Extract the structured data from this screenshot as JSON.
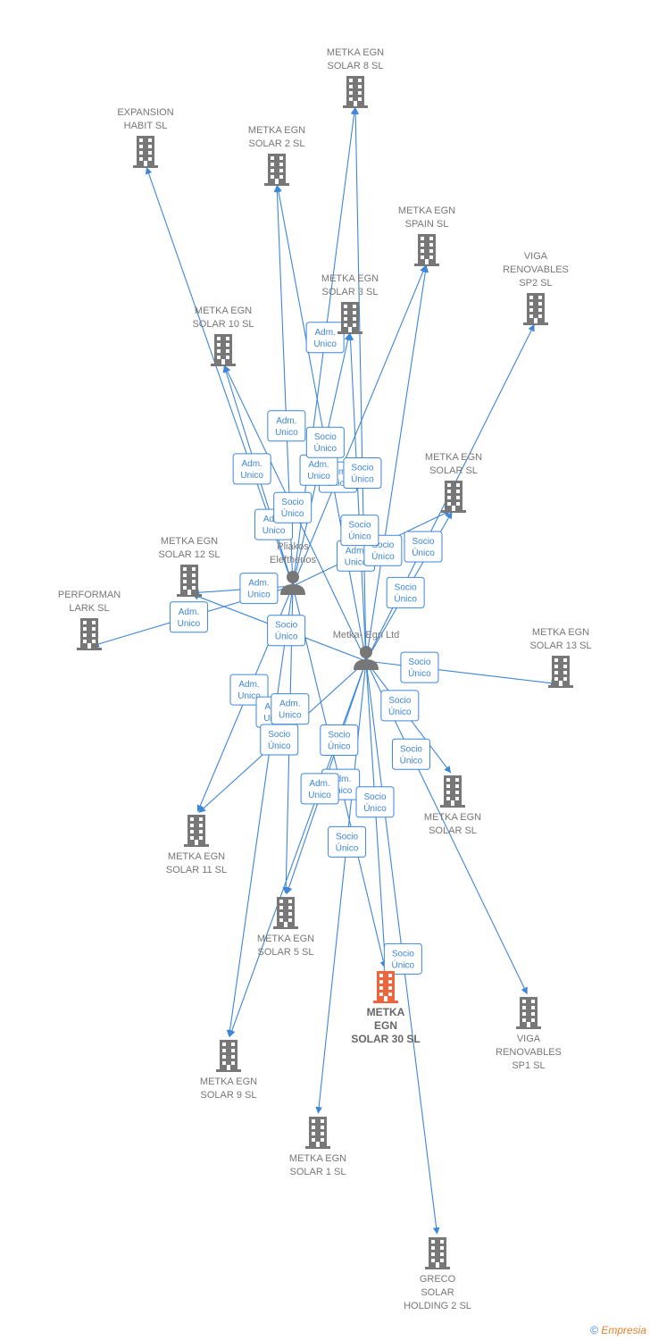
{
  "colors": {
    "edge": "#3d86d8",
    "node": "#777777",
    "focus": "#f0643c"
  },
  "nodes": [
    {
      "id": "solar8",
      "type": "company",
      "lines": [
        "METKA EGN",
        "SOLAR 8  SL"
      ]
    },
    {
      "id": "expansion",
      "type": "company",
      "lines": [
        "EXPANSION",
        "HABIT  SL"
      ]
    },
    {
      "id": "solar2",
      "type": "company",
      "lines": [
        "METKA EGN",
        "SOLAR 2  SL"
      ]
    },
    {
      "id": "spain",
      "type": "company",
      "lines": [
        "METKA EGN",
        "SPAIN  SL"
      ]
    },
    {
      "id": "vigasp2",
      "type": "company",
      "lines": [
        "VIGA",
        "RENOVABLES",
        "SP2  SL"
      ]
    },
    {
      "id": "solar3",
      "type": "company",
      "lines": [
        "METKA EGN",
        "SOLAR 3  SL"
      ]
    },
    {
      "id": "solar10",
      "type": "company",
      "lines": [
        "METKA EGN",
        "SOLAR 10  SL"
      ]
    },
    {
      "id": "metkaegn_r",
      "type": "company",
      "lines": [
        "METKA EGN",
        "SOLAR  SL"
      ]
    },
    {
      "id": "solar12",
      "type": "company",
      "lines": [
        "METKA EGN",
        "SOLAR 12  SL"
      ]
    },
    {
      "id": "performan",
      "type": "company",
      "lines": [
        "PERFORMAN",
        "LARK  SL"
      ]
    },
    {
      "id": "pliakos",
      "type": "person",
      "lines": [
        "Pliakos",
        "Eleftherios"
      ]
    },
    {
      "id": "metkaltd",
      "type": "person",
      "lines": [
        "Metka- Egn Ltd"
      ]
    },
    {
      "id": "solar13",
      "type": "company",
      "lines": [
        "METKA EGN",
        "SOLAR 13  SL"
      ]
    },
    {
      "id": "solarx",
      "type": "company",
      "lines": [
        "METKA EGN",
        "SOLAR  SL"
      ]
    },
    {
      "id": "solar11",
      "type": "company",
      "lines": [
        "METKA EGN",
        "SOLAR 11  SL"
      ]
    },
    {
      "id": "solar5",
      "type": "company",
      "lines": [
        "METKA EGN",
        "SOLAR 5  SL"
      ]
    },
    {
      "id": "solar30",
      "type": "focus",
      "lines": [
        "METKA",
        "EGN",
        "SOLAR 30  SL"
      ]
    },
    {
      "id": "vigasp1",
      "type": "company",
      "lines": [
        "VIGA",
        "RENOVABLES",
        "SP1  SL"
      ]
    },
    {
      "id": "solar9",
      "type": "company",
      "lines": [
        "METKA EGN",
        "SOLAR 9  SL"
      ]
    },
    {
      "id": "solar1",
      "type": "company",
      "lines": [
        "METKA EGN",
        "SOLAR 1  SL"
      ]
    },
    {
      "id": "greco",
      "type": "company",
      "lines": [
        "GRECO",
        "SOLAR",
        "HOLDING 2  SL"
      ]
    }
  ],
  "edges": [
    {
      "from": "pliakos",
      "to": "expansion",
      "label": [
        "Adm.",
        "Unico"
      ]
    },
    {
      "from": "pliakos",
      "to": "solar2",
      "label": [
        "Adm.",
        "Unico"
      ]
    },
    {
      "from": "pliakos",
      "to": "solar8",
      "label": [
        "Adm.",
        "Unico"
      ]
    },
    {
      "from": "pliakos",
      "to": "spain",
      "label": [
        "Adm.",
        "Unico"
      ]
    },
    {
      "from": "pliakos",
      "to": "solar3",
      "label": [
        "Adm.",
        "Unico"
      ]
    },
    {
      "from": "pliakos",
      "to": "solar10",
      "label": [
        "Adm.",
        "Unico"
      ]
    },
    {
      "from": "pliakos",
      "to": "metkaegn_r",
      "label": [
        "Adm.",
        "Unico"
      ]
    },
    {
      "from": "pliakos",
      "to": "performan",
      "label": [
        "Adm.",
        "Unico"
      ]
    },
    {
      "from": "pliakos",
      "to": "solar12",
      "label": [
        "Adm.",
        "Unico"
      ]
    },
    {
      "from": "pliakos",
      "to": "solar11",
      "label": [
        "Adm.",
        "Unico"
      ]
    },
    {
      "from": "pliakos",
      "to": "solar9",
      "label": [
        "Adm.",
        "Unico"
      ]
    },
    {
      "from": "pliakos",
      "to": "solar5",
      "label": [
        "Adm.",
        "Unico"
      ]
    },
    {
      "from": "pliakos",
      "to": "solar30",
      "label": [
        "Adm.",
        "Unico"
      ]
    },
    {
      "from": "metkaltd",
      "to": "solar8",
      "label": [
        "Socio",
        "Único"
      ]
    },
    {
      "from": "metkaltd",
      "to": "solar2",
      "label": [
        "Socio",
        "Único"
      ]
    },
    {
      "from": "metkaltd",
      "to": "spain",
      "label": [
        "Socio",
        "Único"
      ]
    },
    {
      "from": "metkaltd",
      "to": "solar3",
      "label": [
        "Socio",
        "Único"
      ]
    },
    {
      "from": "metkaltd",
      "to": "solar10",
      "label": [
        "Socio",
        "Único"
      ]
    },
    {
      "from": "metkaltd",
      "to": "vigasp2",
      "label": [
        "Socio",
        "Único"
      ]
    },
    {
      "from": "metkaltd",
      "to": "metkaegn_r",
      "label": [
        "Socio",
        "Único"
      ]
    },
    {
      "from": "metkaltd",
      "to": "solar13",
      "label": [
        "Socio",
        "Único"
      ]
    },
    {
      "from": "metkaltd",
      "to": "solarx",
      "label": [
        "Socio",
        "Único"
      ]
    },
    {
      "from": "metkaltd",
      "to": "solar11",
      "label": [
        "Socio",
        "Único"
      ]
    },
    {
      "from": "metkaltd",
      "to": "solar5",
      "label": [
        "Socio",
        "Único"
      ]
    },
    {
      "from": "metkaltd",
      "to": "solar30",
      "label": [
        "Socio",
        "Único"
      ]
    },
    {
      "from": "metkaltd",
      "to": "vigasp1",
      "label": [
        "Socio",
        "Único"
      ]
    },
    {
      "from": "metkaltd",
      "to": "solar1",
      "label": [
        "Socio",
        "Único"
      ]
    },
    {
      "from": "metkaltd",
      "to": "greco",
      "label": [
        "Socio",
        "Único"
      ]
    },
    {
      "from": "metkaltd",
      "to": "solar9",
      "label": [
        "Adm.",
        "Unico"
      ]
    },
    {
      "from": "metkaltd",
      "to": "solar12",
      "label": [
        "Socio",
        "Único"
      ]
    }
  ],
  "footer": {
    "copyright": "©",
    "brand": "Empresia"
  }
}
